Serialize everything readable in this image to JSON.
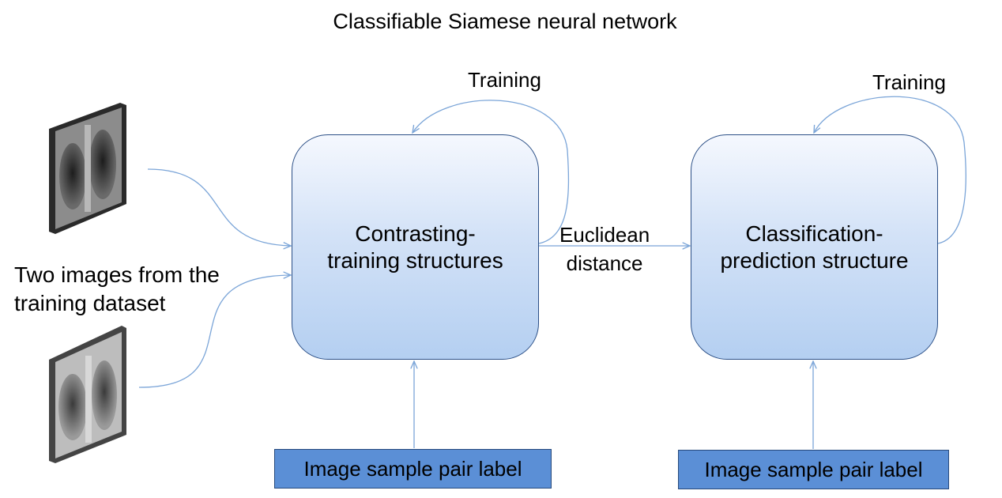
{
  "title": "Classifiable Siamese neural network",
  "training_label_left": "Training",
  "training_label_right": "Training",
  "contrast_box": {
    "line1": "Contrasting-",
    "line2": "training structures"
  },
  "classify_box": {
    "line1": "Classification-",
    "line2": "prediction structure"
  },
  "euclidean": {
    "line1": "Euclidean",
    "line2": "distance"
  },
  "input_caption": {
    "line1": "Two images from the",
    "line2": "training dataset"
  },
  "label_box_left": "Image sample pair label",
  "label_box_right": "Image sample pair label",
  "colors": {
    "arrow": "#7ba5d8",
    "box_border": "#2b4f86",
    "label_fill": "#5b8fd6"
  }
}
